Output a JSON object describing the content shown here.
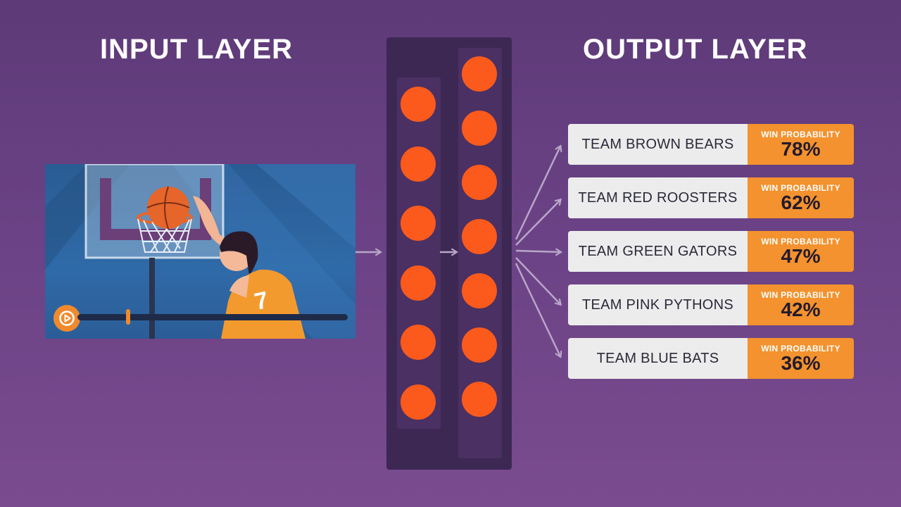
{
  "titles": {
    "input": "INPUT LAYER",
    "output": "OUTPUT LAYER"
  },
  "video": {
    "progress_fraction": 0.18,
    "jersey_number": "7",
    "colors": {
      "background": "#2f6aa8",
      "jersey": "#f39a2e",
      "ball": "#e5652a",
      "accent": "#f08a2c"
    },
    "icons": [
      "play-icon",
      "basketball-hoop-icon",
      "player-illustration"
    ]
  },
  "network": {
    "layer1_nodes": 6,
    "layer2_nodes": 7,
    "node_color": "#fb5a1c"
  },
  "outputs": [
    {
      "team": "TEAM BROWN BEARS",
      "label": "WIN PROBABILITY",
      "value": "78%"
    },
    {
      "team": "TEAM RED ROOSTERS",
      "label": "WIN PROBABILITY",
      "value": "62%"
    },
    {
      "team": "TEAM GREEN GATORS",
      "label": "WIN PROBABILITY",
      "value": "47%"
    },
    {
      "team": "TEAM PINK PYTHONS",
      "label": "WIN PROBABILITY",
      "value": "42%"
    },
    {
      "team": "TEAM BLUE BATS",
      "label": "WIN PROBABILITY",
      "value": "36%"
    }
  ],
  "colors": {
    "background": "#6a4285",
    "probability_box": "#f3922e",
    "team_box": "#ececec",
    "arrow": "#b8a6c8"
  }
}
